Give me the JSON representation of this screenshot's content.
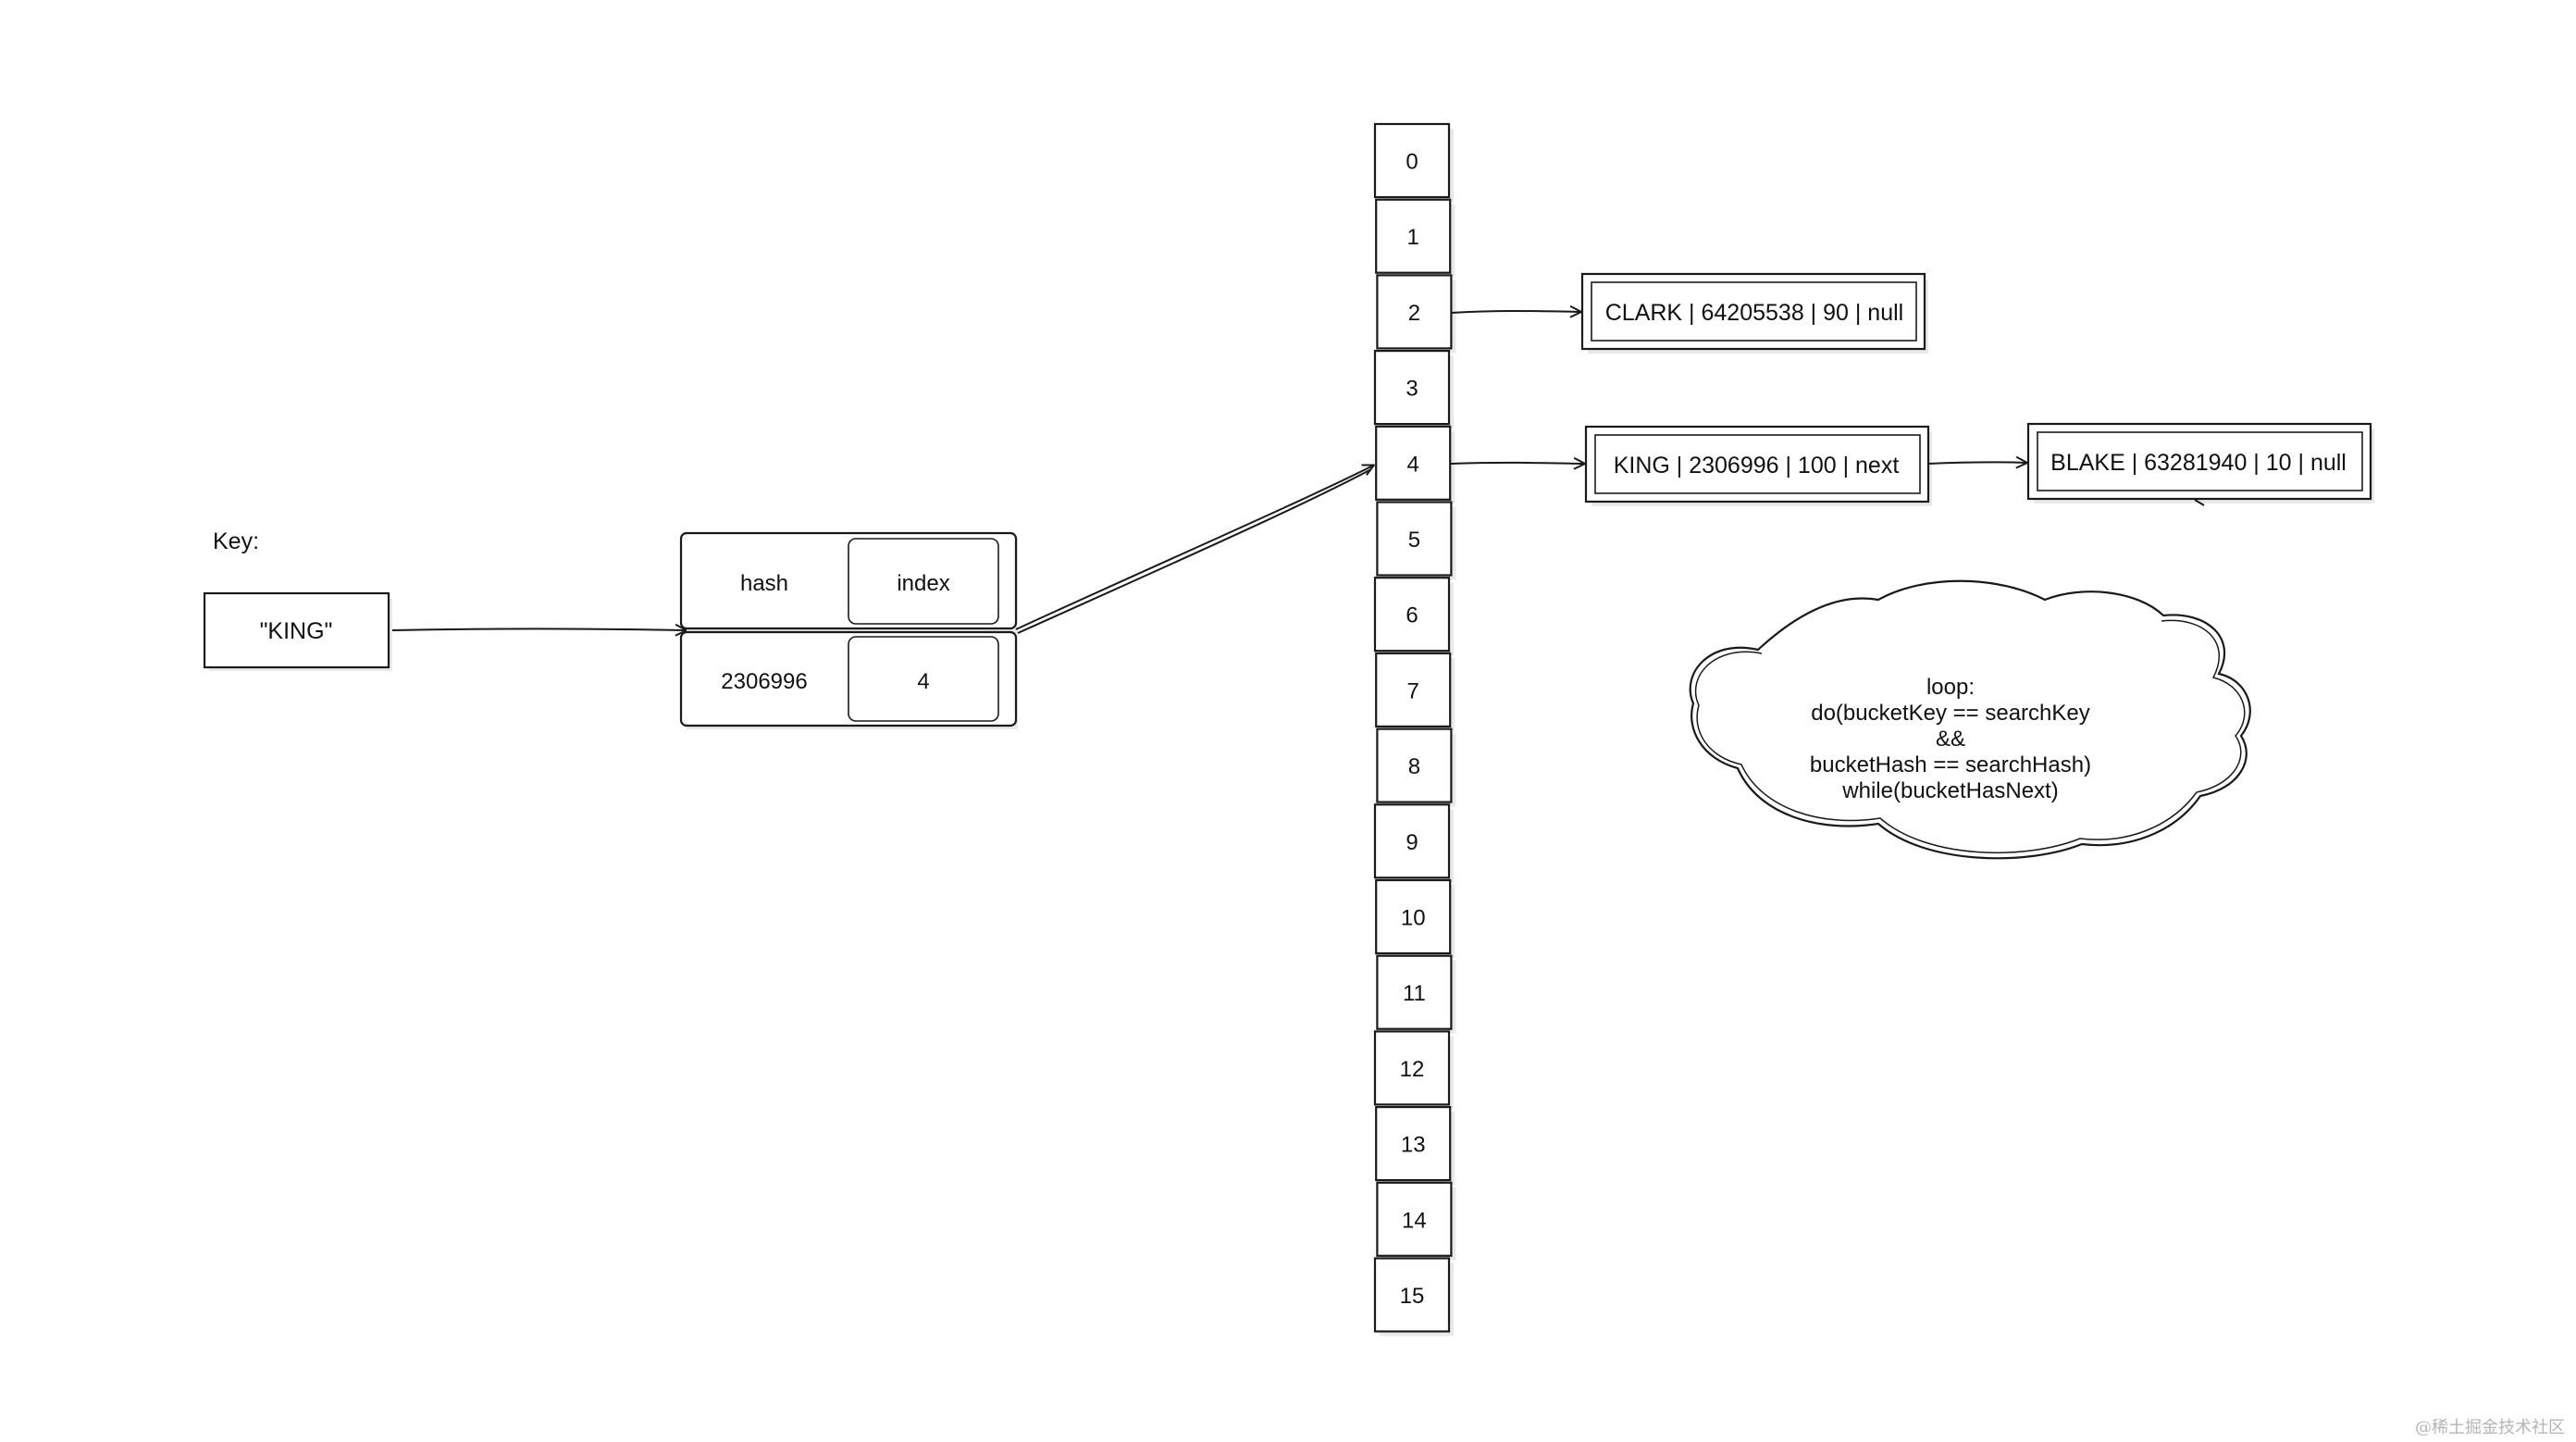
{
  "key": {
    "label": "Key:",
    "value": "\"KING\""
  },
  "hash_table": {
    "headers": [
      "hash",
      "index"
    ],
    "values": [
      "2306996",
      "4"
    ]
  },
  "buckets": [
    "0",
    "1",
    "2",
    "3",
    "4",
    "5",
    "6",
    "7",
    "8",
    "9",
    "10",
    "11",
    "12",
    "13",
    "14",
    "15"
  ],
  "nodes": {
    "clark": "CLARK | 64205538 | 90 | null",
    "king": "KING | 2306996 | 100 | next",
    "blake": "BLAKE | 63281940 | 10 | null"
  },
  "cloud": {
    "lines": [
      "loop:",
      "do(bucketKey == searchKey",
      "&&",
      "bucketHash == searchHash)",
      "while(bucketHasNext)"
    ]
  },
  "watermark": "@稀土掘金技术社区"
}
